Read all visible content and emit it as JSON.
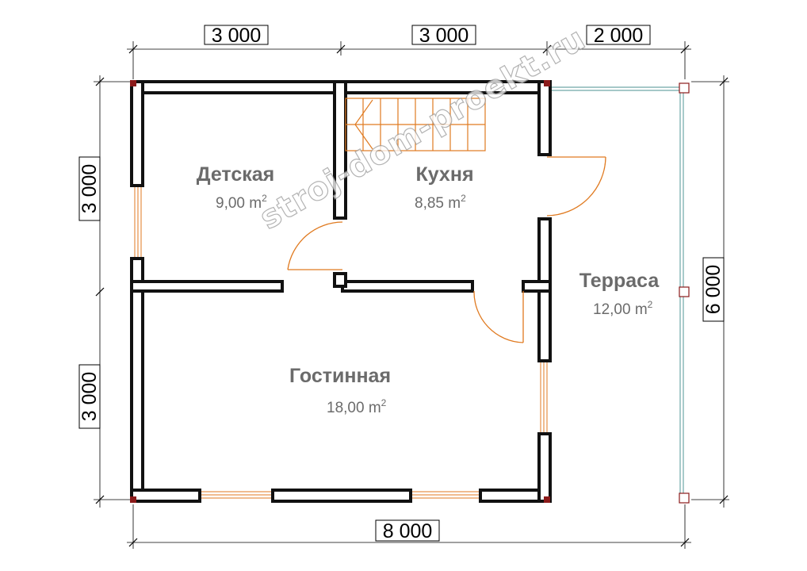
{
  "dimensions": {
    "top": [
      "3 000",
      "3 000",
      "2 000"
    ],
    "left": [
      "3 000",
      "3 000"
    ],
    "right": "6 000",
    "bottom": "8 000"
  },
  "rooms": {
    "kids": {
      "name": "Детская",
      "area": "9,00 m",
      "unit_sup": "2"
    },
    "kitchen": {
      "name": "Кухня",
      "area": "8,85 m",
      "unit_sup": "2"
    },
    "terrace": {
      "name": "Терраса",
      "area": "12,00 m",
      "unit_sup": "2"
    },
    "living": {
      "name": "Гостинная",
      "area": "18,00 m",
      "unit_sup": "2"
    }
  },
  "watermark": "stroj-dom-proekt.ru",
  "colors": {
    "wall_stroke": "#111111",
    "window_door": "#e07a20",
    "terrace_rail": "#6fa8a8",
    "corner_post": "#8b1a1a",
    "label_text": "#6b6b6b"
  }
}
